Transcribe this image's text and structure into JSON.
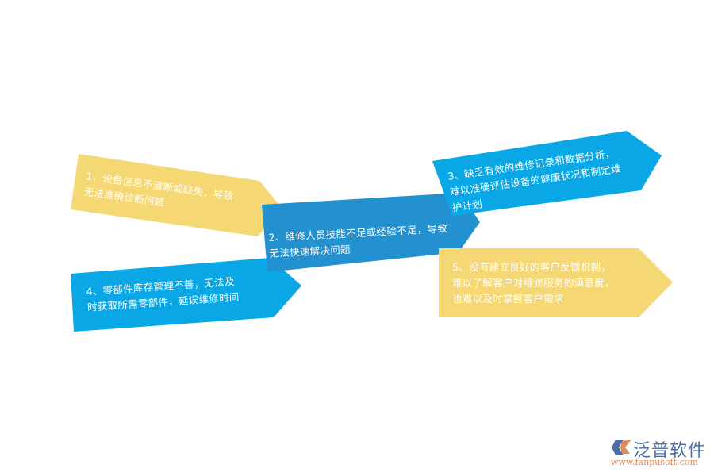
{
  "diagram": {
    "items": [
      {
        "id": 1,
        "text": "1、设备信息不清晰或缺失，导致\n无法准确诊断问题",
        "color": "#f5d773"
      },
      {
        "id": 2,
        "text": "2、维修人员技能不足或经验不足，导致\n无法快速解决问题",
        "color": "#2391cf"
      },
      {
        "id": 3,
        "text": "3、缺乏有效的维修记录和数据分析，\n难以准确评估设备的健康状况和制定维\n护计划",
        "color": "#0aa7e6"
      },
      {
        "id": 4,
        "text": "4、零部件库存管理不善，无法及\n时获取所需零部件，延误维修时间",
        "color": "#0aa7e6"
      },
      {
        "id": 5,
        "text": "5、没有建立良好的客户反馈机制，\n难以了解客户对维修服务的满意度，\n也难以及时掌握客户需求",
        "color": "#f5d773"
      }
    ]
  },
  "logo": {
    "name": "泛普软件",
    "url": "www.fanpusoft.com"
  }
}
